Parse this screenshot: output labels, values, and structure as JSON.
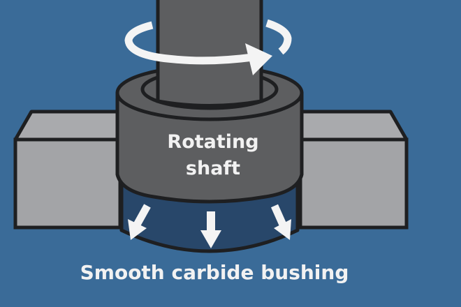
{
  "diagram": {
    "title": "Rotating shaft in smooth carbide bushing",
    "labels": {
      "shaft_line1": "Rotating",
      "shaft_line2": "shaft",
      "bushing": "Smooth carbide bushing"
    },
    "colors": {
      "background": "#3a6b98",
      "shaft": "#5d5e60",
      "collar": "#5d5e60",
      "bushing": "#28476a",
      "blocks": "#a3a4a7",
      "block_top": "#a9aaad",
      "outline": "#1e1f21",
      "arrows": "#f4f4f4",
      "text": "#f2f2f2"
    },
    "icons": {
      "rotation": "rotation-arrow-icon",
      "load": "down-arrow-icon"
    },
    "load_arrow_count": 3
  }
}
